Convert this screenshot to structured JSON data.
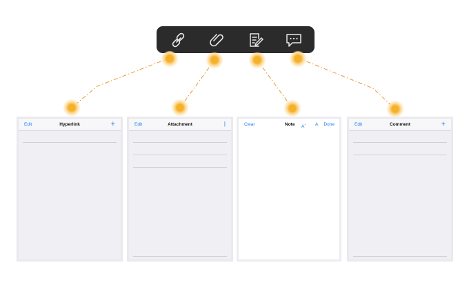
{
  "toolbar": {
    "icons": [
      "link-icon",
      "paperclip-icon",
      "note-edit-icon",
      "comment-icon"
    ]
  },
  "accent_color": "#1e7cf2",
  "panels": {
    "hyperlink": {
      "left": "Edit",
      "title": "Hyperlink",
      "right": "+"
    },
    "attachment": {
      "left": "Edit",
      "title": "Attachment",
      "right": "|"
    },
    "note": {
      "left": "Clear",
      "title": "Note",
      "a_large": "A",
      "a_large_sup": "+",
      "a_small": "A",
      "done": "Done"
    },
    "comment": {
      "left": "Edit",
      "title": "Comment",
      "right": "+"
    }
  }
}
